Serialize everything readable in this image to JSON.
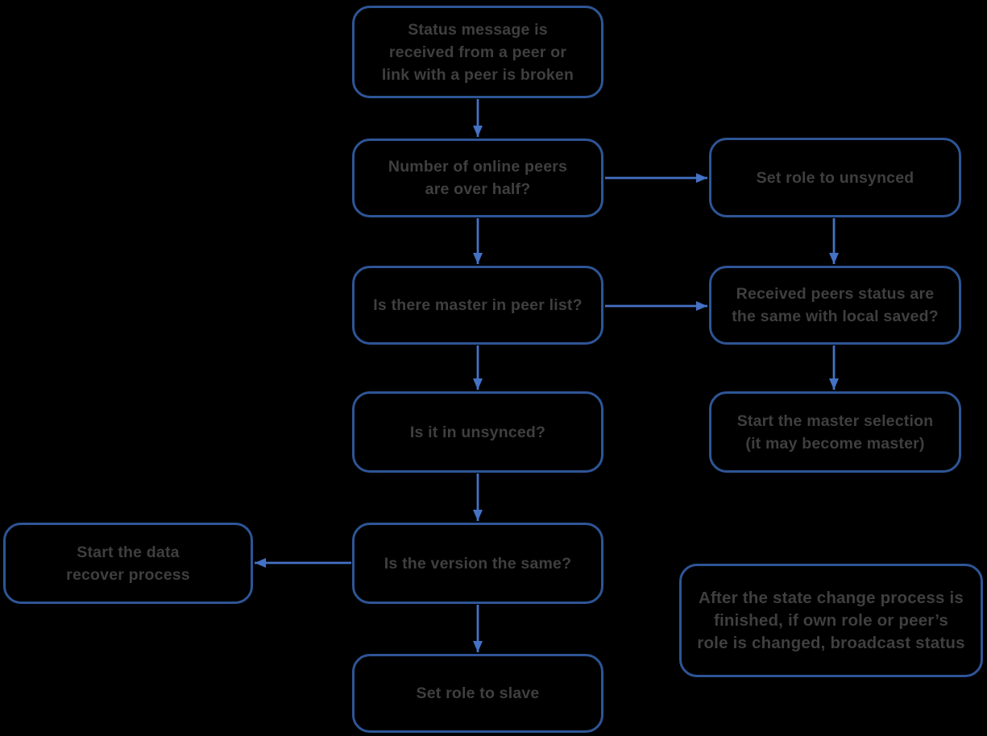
{
  "colors": {
    "bg_color": "#000000",
    "box_border_color": "#2e5596",
    "arrow_color": "#4472c4",
    "text_color": "#3f3f3f"
  },
  "nodes": {
    "status_received": {
      "label": "Status message is\nreceived from a peer or\nlink with a peer is broken"
    },
    "peers_over_half": {
      "label": "Number of online peers\nare over half?"
    },
    "set_role_unsynced": {
      "label": "Set role to unsynced"
    },
    "master_in_peer_list": {
      "label": "Is there master in peer list?"
    },
    "peers_status_same": {
      "label": "Received peers status are\nthe same with local saved?"
    },
    "is_in_unsynced": {
      "label": "Is it in unsynced?"
    },
    "start_master_selection": {
      "label": "Start the master selection\n(it may become master)"
    },
    "version_same": {
      "label": "Is the version the same?"
    },
    "start_data_recover": {
      "label": "Start the data\nrecover process"
    },
    "set_role_slave": {
      "label": "Set role to slave"
    },
    "broadcast_note": {
      "label": "After the state change process is\nfinished, if own role or peer’s\nrole is changed, broadcast status"
    }
  },
  "edges": [
    {
      "from": "status_received",
      "to": "peers_over_half"
    },
    {
      "from": "peers_over_half",
      "to": "set_role_unsynced"
    },
    {
      "from": "peers_over_half",
      "to": "master_in_peer_list"
    },
    {
      "from": "set_role_unsynced",
      "to": "peers_status_same"
    },
    {
      "from": "master_in_peer_list",
      "to": "peers_status_same"
    },
    {
      "from": "master_in_peer_list",
      "to": "is_in_unsynced"
    },
    {
      "from": "peers_status_same",
      "to": "start_master_selection"
    },
    {
      "from": "is_in_unsynced",
      "to": "version_same"
    },
    {
      "from": "version_same",
      "to": "start_data_recover"
    },
    {
      "from": "version_same",
      "to": "set_role_slave"
    }
  ]
}
